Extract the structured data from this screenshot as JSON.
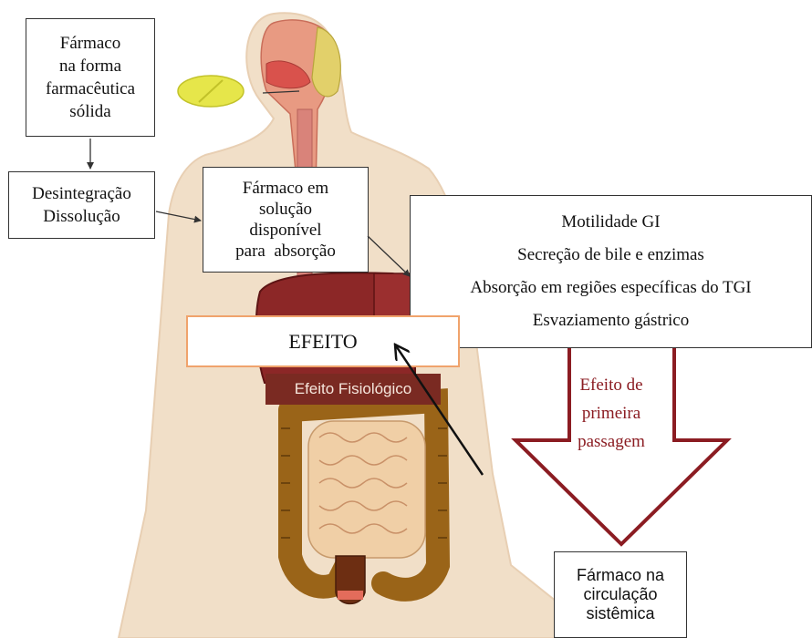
{
  "boxes": {
    "solid_form": [
      "Fármaco",
      "na forma",
      "farmacêutica",
      "sólida"
    ],
    "disintegration": [
      "Desintegração",
      "Dissolução"
    ],
    "solution": [
      "Fármaco em",
      "solução",
      "disponível",
      "para  absorção"
    ],
    "factors": [
      "Motilidade GI",
      "Secreção de bile e enzimas",
      "Absorção em regiões específicas do TGI",
      "Esvaziamento gástrico"
    ],
    "effect": "EFEITO",
    "systemic": [
      "Fármaco na",
      "circulação",
      "sistêmica"
    ]
  },
  "labels": {
    "physiological": "Efeito Fisiológico",
    "first_pass": [
      "Efeito de",
      "primeira",
      "passagem"
    ]
  },
  "colors": {
    "first_pass_arrow": "#8b1c22",
    "effect_border": "#f0a36c",
    "tablet": "#e6e64a",
    "skin": "#f1dfc8"
  }
}
